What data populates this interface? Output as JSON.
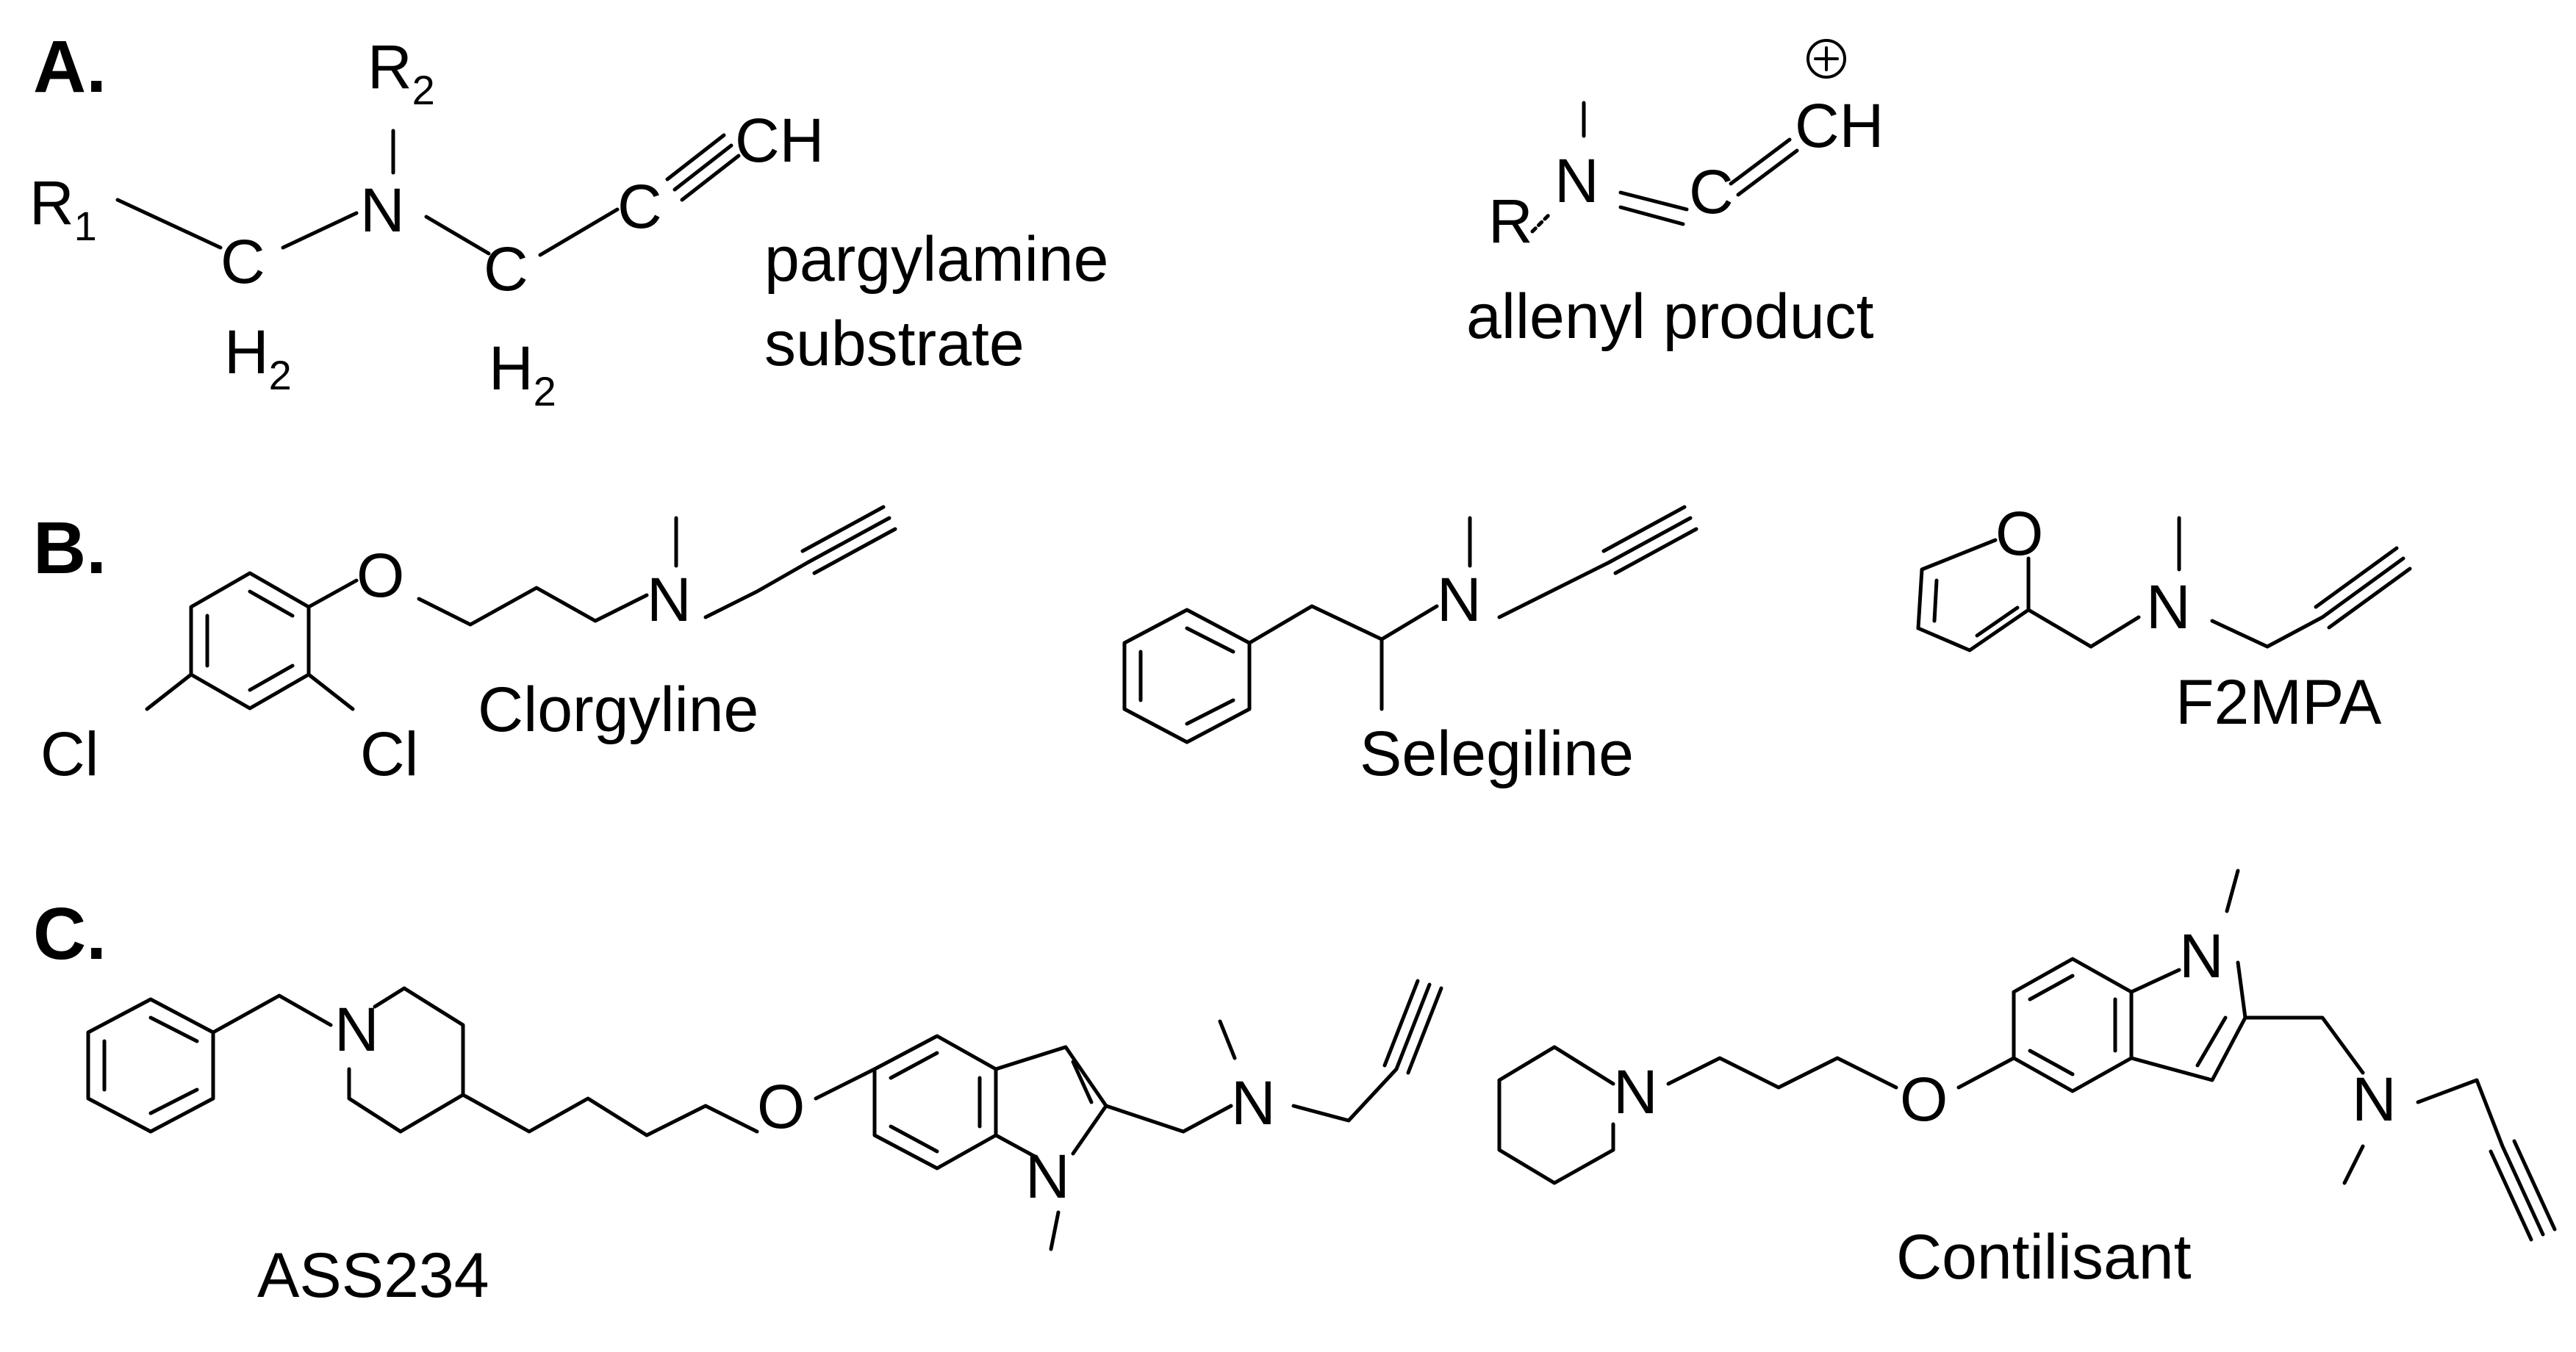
{
  "panels": {
    "a": {
      "label": "A.",
      "substrate_name_line1": "pargylamine",
      "substrate_name_line2": "substrate",
      "product_name": "allenyl product",
      "atoms": {
        "R1": "R",
        "R1_sub": "1",
        "R2": "R",
        "R2_sub": "2",
        "N": "N",
        "C": "C",
        "H2": "H",
        "H2_sub": "2",
        "CH": "CH",
        "R": "R",
        "charge": "+"
      }
    },
    "b": {
      "label": "B.",
      "compounds": [
        "Clorgyline",
        "Selegiline",
        "F2MPA"
      ],
      "atoms": {
        "O": "O",
        "N": "N",
        "Cl": "Cl"
      }
    },
    "c": {
      "label": "C.",
      "compounds": [
        "ASS234",
        "Contilisant"
      ],
      "atoms": {
        "O": "O",
        "N": "N"
      }
    }
  }
}
